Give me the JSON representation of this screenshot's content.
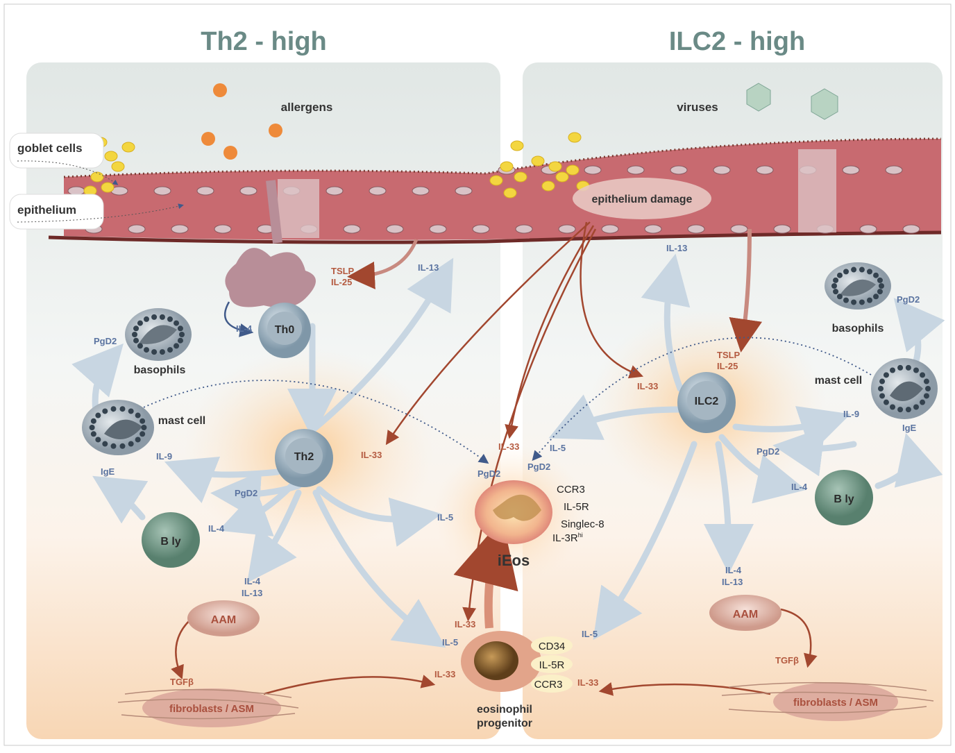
{
  "titles": {
    "left": "Th2 - high",
    "right": "ILC2 - high"
  },
  "labels": {
    "allergens": "allergens",
    "viruses": "viruses",
    "goblet_cells": "goblet cells",
    "epithelium": "epithelium",
    "epithelium_damage": "epithelium damage",
    "basophils_left": "basophils",
    "basophils_right": "basophils",
    "mast_cell_left": "mast cell",
    "mast_cell_right": "mast cell",
    "eosinophil_progenitor_1": "eosinophil",
    "eosinophil_progenitor_2": "progenitor",
    "ieos": "iEos"
  },
  "cells": {
    "th0": "Th0",
    "th2": "Th2",
    "ilc2": "ILC2",
    "bly_left": "B ly",
    "bly_right": "B ly",
    "aam_left": "AAM",
    "aam_right": "AAM",
    "fibro_left": "fibroblasts / ASM",
    "fibro_right": "fibroblasts / ASM"
  },
  "ieos_markers": {
    "ccr3": "CCR3",
    "il5r": "IL-5R",
    "siglec": "Singlec-8",
    "il3r": "IL-3R",
    "il3r_sup": "hi"
  },
  "progenitor_markers": {
    "cd34": "CD34",
    "il5r": "IL-5R",
    "ccr3": "CCR3"
  },
  "cytokines": {
    "tslp_l": "TSLP",
    "il25_l": "IL-25",
    "il4_th0": "IL-4",
    "il13_top_l": "IL-13",
    "pgd2_baso_l": "PgD2",
    "il9_l": "IL-9",
    "ige_l": "IgE",
    "pgd2_th2": "PgD2",
    "il4_bly_l": "IL-4",
    "il4_aam_l": "IL-4",
    "il13_aam_l": "IL-13",
    "il33_th2": "IL-33",
    "il5_th2": "IL-5",
    "tgfb_l": "TGFβ",
    "il33_ieos": "IL-33",
    "pgd2_ieos_l": "PgD2",
    "pgd2_ieos_r": "PgD2",
    "il5_ieos": "IL-5",
    "il33_prog_top": "IL-33",
    "il5_prog": "IL-5",
    "il33_prog_l": "IL-33",
    "il33_prog_r": "IL-33",
    "il5_prog_r": "IL-5",
    "il13_top_r": "IL-13",
    "tslp_r": "TSLP",
    "il25_r": "IL-25",
    "il33_ilc2": "IL-33",
    "il9_r": "IL-9",
    "pgd2_ilc2": "PgD2",
    "il4_bly_r": "IL-4",
    "il4_aam_r": "IL-4",
    "il13_aam_r": "IL-13",
    "tgfb_r": "TGFβ",
    "pgd2_baso_r": "PgD2",
    "ige_r": "IgE"
  },
  "colors": {
    "title": "#6a8a86",
    "cytokine_blue": "#5a73a0",
    "cytokine_red": "#b45a40",
    "arrow_blue": "#c8d6e2",
    "arrow_red": "#a2472f",
    "epithelium": "#c86a70",
    "basement": "#6e2a28"
  }
}
